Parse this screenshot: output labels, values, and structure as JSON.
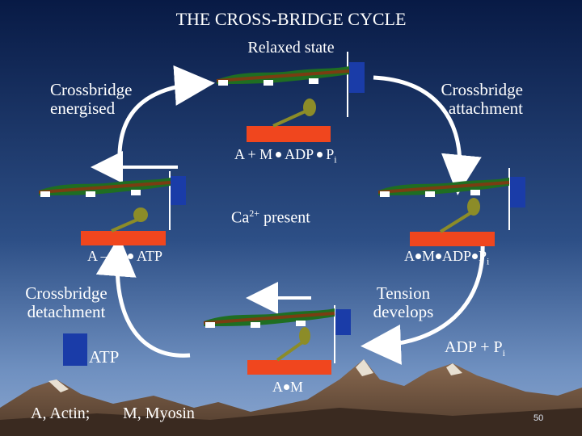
{
  "title": "THE CROSS-BRIDGE CYCLE",
  "subtitle": "Relaxed state",
  "labels": {
    "energised_1": "Crossbridge",
    "energised_2": "energised",
    "attachment_1": "Crossbridge",
    "attachment_2": "attachment",
    "detachment_1": "Crossbridge",
    "detachment_2": "detachment",
    "tension_1": "Tension",
    "tension_2": "develops"
  },
  "equations": {
    "relaxed": {
      "a": "A + M",
      "b": "ADP",
      "c": "P",
      "c_sub": "i"
    },
    "ca": {
      "base": "Ca",
      "sup": "2+",
      "rest": " present"
    },
    "amadppi": {
      "a": "A",
      "b": "M",
      "c": "ADP",
      "d": "P",
      "d_sub": "i"
    },
    "am_atp": {
      "a": "A – M",
      "b": "ATP"
    },
    "adp_pi": {
      "a": "ADP + P",
      "a_sub": "i"
    },
    "atp": "ATP",
    "am": {
      "a": "A",
      "b": "M"
    }
  },
  "legend": {
    "actin": "A, Actin;",
    "myosin": "M, Myosin"
  },
  "page_number": "50",
  "colors": {
    "sky_top": "#0a2050",
    "sky_bottom": "#6e8fbf",
    "actin_green": "#1f6e22",
    "actin_brown": "#7a3d12",
    "myosin_head": "#8c8c28",
    "thick_filament": "#f0461e",
    "z_disc": "#1a3ca8",
    "arrow": "#ffffff"
  }
}
